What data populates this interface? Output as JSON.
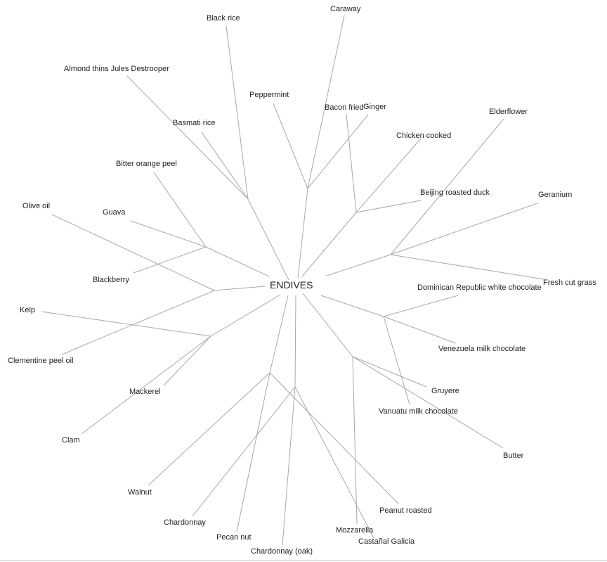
{
  "diagram": {
    "root": "ENDIVES",
    "nodes": [
      {
        "id": "black-rice",
        "label": "Black rice"
      },
      {
        "id": "caraway",
        "label": "Caraway"
      },
      {
        "id": "almond-thins",
        "label": "Almond thins Jules Destrooper"
      },
      {
        "id": "peppermint",
        "label": "Peppermint"
      },
      {
        "id": "bacon-fried",
        "label": "Bacon fried"
      },
      {
        "id": "ginger",
        "label": "Ginger"
      },
      {
        "id": "elderflower",
        "label": "Elderflower"
      },
      {
        "id": "basmati-rice",
        "label": "Basmati rice"
      },
      {
        "id": "chicken-cooked",
        "label": "Chicken cooked"
      },
      {
        "id": "bitter-orange-peel",
        "label": "Bitter orange peel"
      },
      {
        "id": "beijing-roasted-duck",
        "label": "Beijing roasted duck"
      },
      {
        "id": "geranium",
        "label": "Geranium"
      },
      {
        "id": "olive-oil",
        "label": "Olive oil"
      },
      {
        "id": "guava",
        "label": "Guava"
      },
      {
        "id": "blackberry",
        "label": "Blackberry"
      },
      {
        "id": "fresh-cut-grass",
        "label": "Fresh cut grass"
      },
      {
        "id": "dominican-white-chocolate",
        "label": "Dominican Republic white chocolate"
      },
      {
        "id": "kelp",
        "label": "Kelp"
      },
      {
        "id": "venezuela-milk-chocolate",
        "label": "Venezuela milk chocolate"
      },
      {
        "id": "clementine-peel-oil",
        "label": "Clementine peel oil"
      },
      {
        "id": "gruyere",
        "label": "Gruyere"
      },
      {
        "id": "mackerel",
        "label": "Mackerel"
      },
      {
        "id": "vanuatu-milk-chocolate",
        "label": "Vanuatu milk chocolate"
      },
      {
        "id": "clam",
        "label": "Clam"
      },
      {
        "id": "butter",
        "label": "Butter"
      },
      {
        "id": "walnut",
        "label": "Walnut"
      },
      {
        "id": "peanut-roasted",
        "label": "Peanut roasted"
      },
      {
        "id": "chardonnay",
        "label": "Chardonnay"
      },
      {
        "id": "mozzarella",
        "label": "Mozzarella"
      },
      {
        "id": "pecan-nut",
        "label": "Pecan nut"
      },
      {
        "id": "castanal-galicia",
        "label": "Castañal Galicia"
      },
      {
        "id": "chardonnay-oak",
        "label": "Chardonnay (oak)"
      }
    ]
  }
}
